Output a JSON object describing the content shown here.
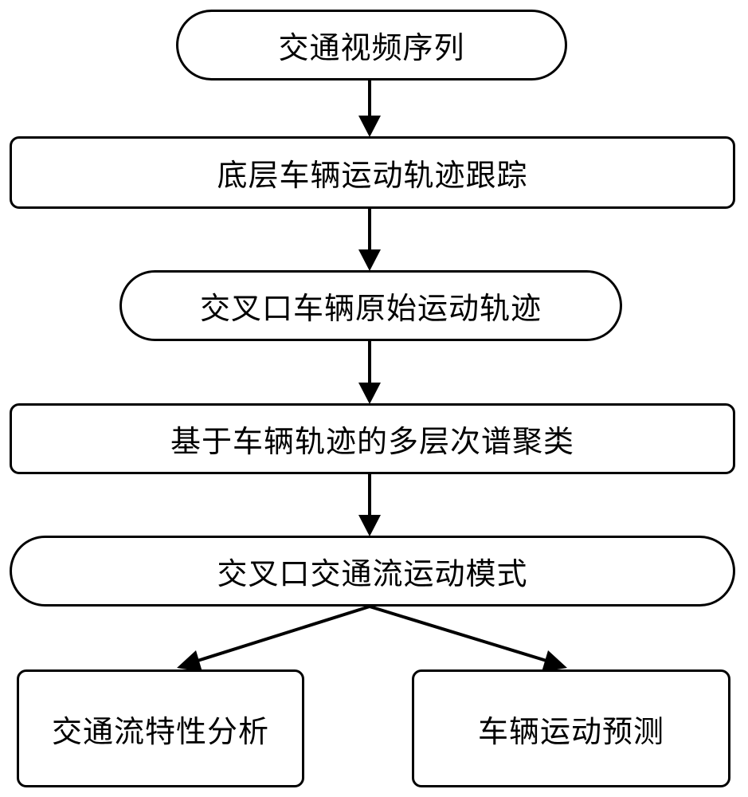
{
  "nodes": {
    "video_sequence": "交通视频序列",
    "trajectory_tracking": "底层车辆运动轨迹跟踪",
    "raw_trajectories": "交叉口车辆原始运动轨迹",
    "spectral_clustering": "基于车辆轨迹的多层次谱聚类",
    "motion_patterns": "交叉口交通流运动模式",
    "flow_analysis": "交通流特性分析",
    "motion_prediction": "车辆运动预测"
  }
}
